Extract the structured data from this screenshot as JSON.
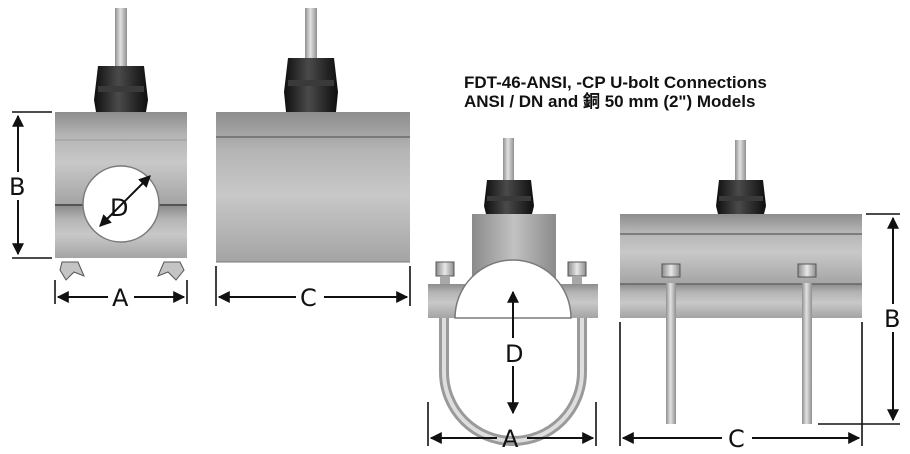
{
  "title": {
    "line1": "FDT-46-ANSI, -CP U-bolt Connections",
    "line2": "ANSI / DN and 銅 50 mm (2\") Models"
  },
  "labels": {
    "a": "A",
    "b": "B",
    "c": "C",
    "d": "D"
  },
  "colors": {
    "metal_light": "#c9c9c9",
    "metal_mid": "#9c9c9c",
    "metal_dark": "#6e6e6e",
    "gland": "#1e1e1e",
    "rod": "#d2d2d2",
    "dimension": "#111111"
  }
}
